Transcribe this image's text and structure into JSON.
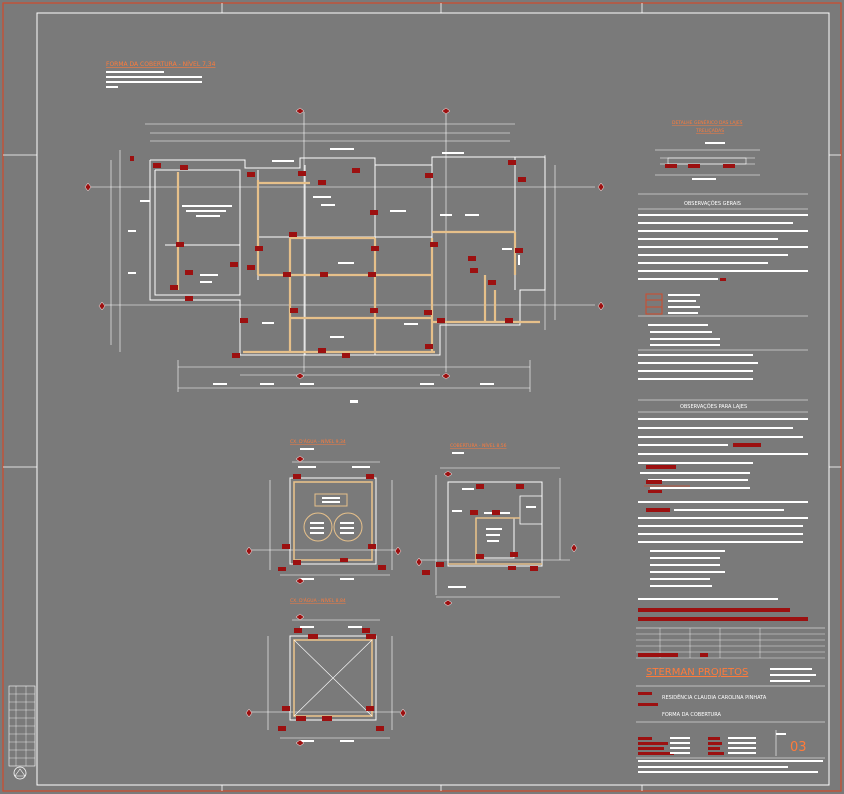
{
  "colors": {
    "background": "#7a7a7a",
    "frame": "#d24a2a",
    "lines": "#ffffff",
    "beams": "#e6c08a",
    "tags": "#9c1010",
    "title_orange": "#ff7b3a"
  },
  "drawing_titles": {
    "main_plan": "FORMA DA COBERTURA - NÍVEL 7,34",
    "cx_agua_upper": "CX. D'ÁGUA - NÍVEL 9,34",
    "cobertura_small": "COBERTURA - NÍVEL 8,56",
    "cx_agua_lower": "CX. D'ÁGUA - NÍVEL 8,84",
    "detail": "DETALHE GENÉRICO DAS LAJES",
    "detail_sub": "TRELIÇADAS"
  },
  "notes": {
    "general_title": "OBSERVAÇÕES GERAIS",
    "slabs_title": "OBSERVAÇÕES PARA LAJES"
  },
  "title_block": {
    "company": "STERMAN PROJETOS",
    "project": "RESIDÊNCIA CLAUDIA CAROLINA PINHATA",
    "drawing": "FORMA DA COBERTURA",
    "sheet_number": "03"
  }
}
